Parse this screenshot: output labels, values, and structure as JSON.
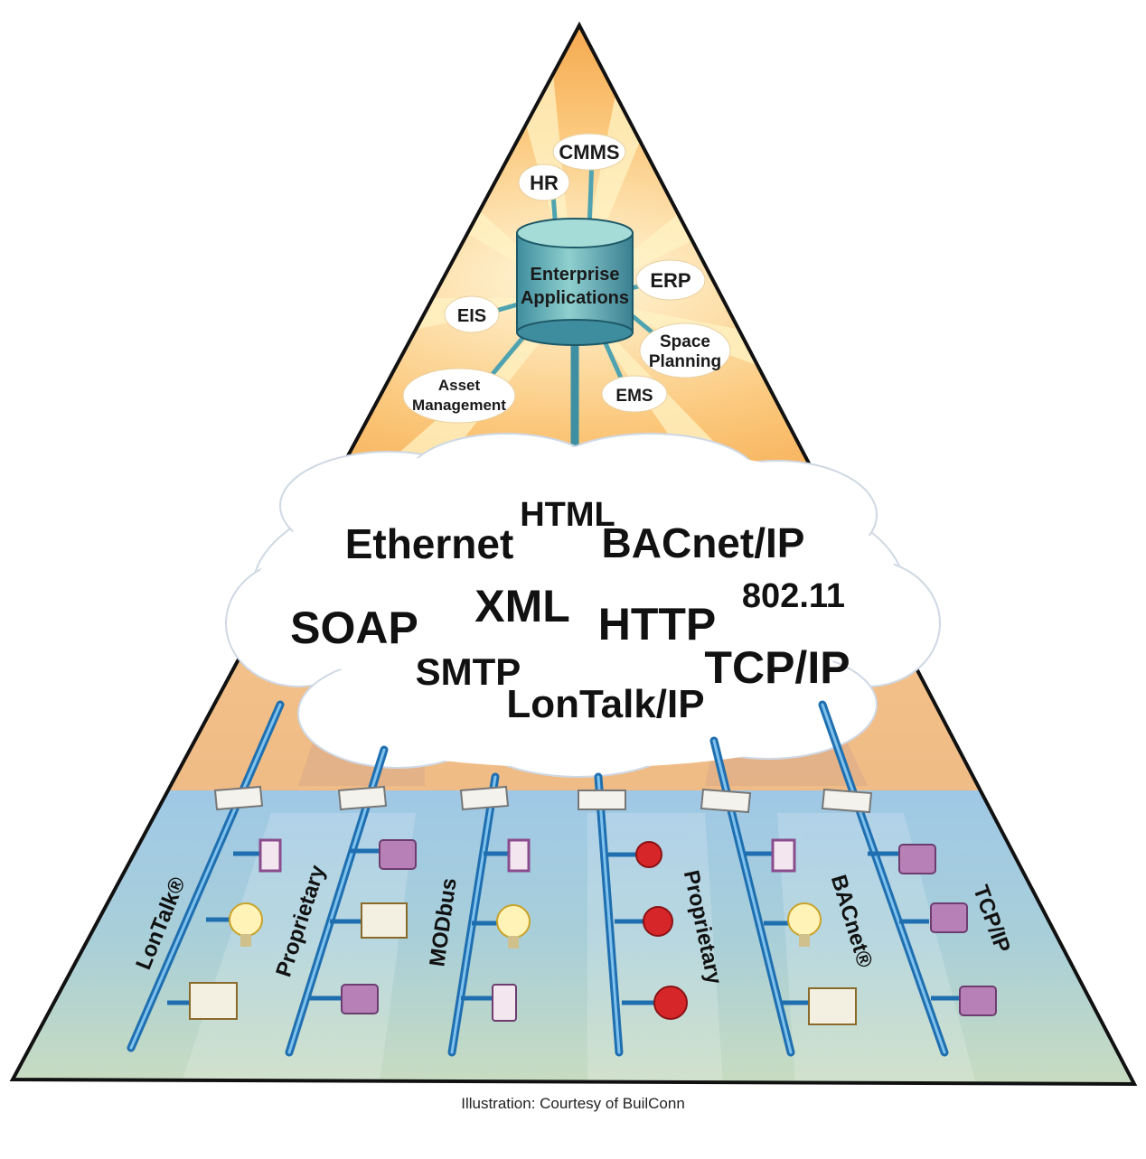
{
  "top": {
    "cylinder_label_line1": "Enterprise",
    "cylinder_label_line2": "Applications",
    "apps": {
      "cmms": "CMMS",
      "hr": "HR",
      "erp": "ERP",
      "eis": "EIS",
      "space_line1": "Space",
      "space_line2": "Planning",
      "asset_line1": "Asset",
      "asset_line2": "Management",
      "ems": "EMS"
    }
  },
  "middle": {
    "protocols": {
      "ethernet": "Ethernet",
      "html": "HTML",
      "bacnet_ip": "BACnet/IP",
      "ieee": "802.11",
      "soap": "SOAP",
      "xml": "XML",
      "http": "HTTP",
      "smtp": "SMTP",
      "tcp_ip": "TCP/IP",
      "lontalk_ip": "LonTalk/IP"
    }
  },
  "bottom": {
    "networks": {
      "lontalk": "LonTalk®",
      "proprietary_1": "Proprietary",
      "modbus": "MODbus",
      "proprietary_2": "Proprietary",
      "bacnet": "BACnet®",
      "tcpip": "TCP/IP"
    }
  },
  "caption": "Illustration: Courtesy of BuilConn",
  "colors": {
    "top_orange": "#f5a54a",
    "cylinder": "#5aa8b8",
    "cloud": "#ffffff",
    "bottom_blue": "#9cc4e0",
    "bus_line": "#1f6fb0"
  }
}
